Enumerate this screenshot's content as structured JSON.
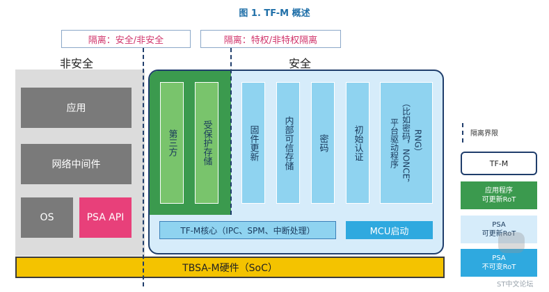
{
  "title": "图 1. TF-M 概述",
  "callouts": {
    "secure_nonsecure": "隔离：安全/非安全",
    "privileged": "隔离：特权/非特权隔离"
  },
  "zones": {
    "nonsecure_label": "非安全",
    "secure_label": "安全"
  },
  "nonsecure": {
    "app": "应用",
    "middleware": "网络中间件",
    "os": "OS",
    "psa_api": "PSA API"
  },
  "green_bars": [
    "第三方",
    "受保护存储"
  ],
  "blue_bars": [
    "固件更新",
    "内部可信存储",
    "密码",
    "初始认证"
  ],
  "platform_driver": {
    "line1": "平台驱动程序",
    "line2": "（比如密码，NONCE，",
    "line3": "RNG）"
  },
  "core": "TF-M核心（IPC、SPM、中断处理）",
  "mcu_boot": "MCU启动",
  "soc": "TBSA-M硬件（SoC）",
  "legend": {
    "isolation": "隔离界限",
    "tfm": "TF-M",
    "updatable_app_line1": "应用程序",
    "updatable_app_line2": "可更新RoT",
    "psa_updatable_line1": "PSA",
    "psa_updatable_line2": "可更新RoT",
    "psa_immutable_line1": "PSA",
    "psa_immutable_line2": "不可变RoT"
  },
  "watermark": "ST中文论坛",
  "colors": {
    "green": "#3b9a4e",
    "light_blue": "#d6ecfa",
    "blue": "#2fa9df",
    "yellow": "#f4c300",
    "pink": "#e8407a",
    "navy": "#1f3d6b"
  }
}
